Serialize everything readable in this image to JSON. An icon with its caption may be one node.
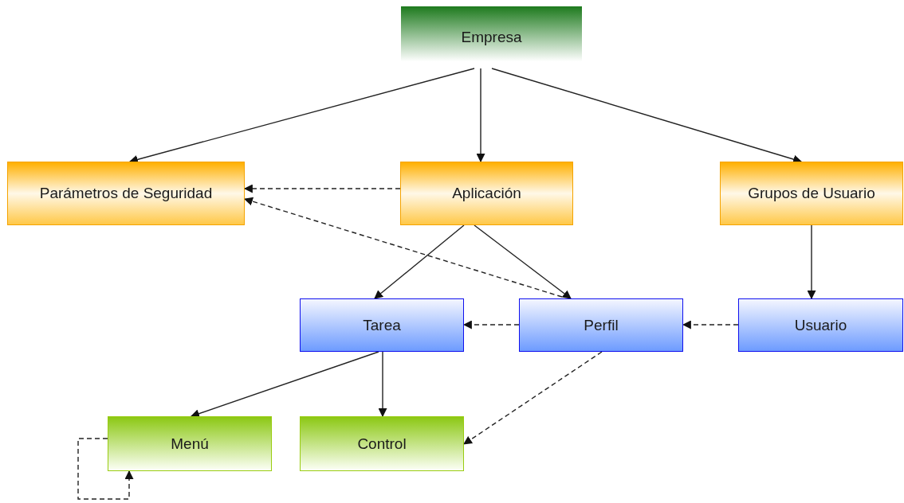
{
  "diagram": {
    "nodes": [
      {
        "text": [
          "Empresa"
        ]
      },
      {
        "text": [
          "Parámetros de Seguridad"
        ]
      },
      {
        "text": [
          "Aplicación"
        ]
      },
      {
        "text": [
          "Grupos de Usuario"
        ]
      },
      {
        "text": [
          "Tarea"
        ]
      },
      {
        "text": [
          "Perfil"
        ]
      },
      {
        "text": [
          "Usuario"
        ]
      },
      {
        "text": [
          "Menú"
        ]
      },
      {
        "text": [
          "Control"
        ]
      }
    ],
    "edges": [
      {
        "from": 0,
        "to": 1,
        "arrow": "to"
      },
      {
        "from": 0,
        "to": 2,
        "arrow": "to"
      },
      {
        "from": 0,
        "to": 3,
        "arrow": "to"
      },
      {
        "from": 2,
        "to": 1,
        "arrow": "to",
        "style": "dashed"
      },
      {
        "from": 5,
        "to": 1,
        "arrow": "to",
        "style": "dashed"
      },
      {
        "from": 2,
        "to": 4,
        "arrow": "to"
      },
      {
        "from": 2,
        "to": 5,
        "arrow": "to"
      },
      {
        "from": 3,
        "to": 6,
        "arrow": "to"
      },
      {
        "from": 6,
        "to": 5,
        "arrow": "to",
        "style": "dashed"
      },
      {
        "from": 5,
        "to": 4,
        "arrow": "to",
        "style": "dashed"
      },
      {
        "from": 4,
        "to": 7,
        "arrow": "to"
      },
      {
        "from": 4,
        "to": 8,
        "arrow": "to"
      },
      {
        "from": 5,
        "to": 8,
        "arrow": "to",
        "style": "dashed"
      },
      {
        "from": 7,
        "to": 7,
        "arrow": "to",
        "style": "dashed"
      }
    ]
  }
}
